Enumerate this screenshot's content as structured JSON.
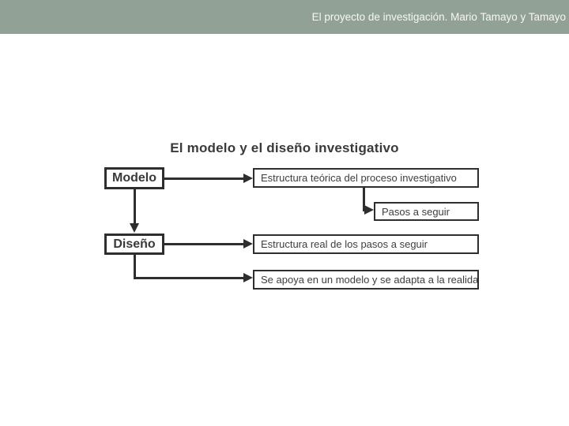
{
  "header": {
    "citation": "El proyecto de investigación. Mario Tamayo y Tamayo",
    "band_color": "#92a196",
    "text_color": "#f7f7f3"
  },
  "slide": {
    "title": "El modelo y el diseño investigativo",
    "background_color": "#ffffff",
    "title_color": "#3a3a3a"
  },
  "diagram": {
    "stroke_color": "#2e2e31",
    "nodes": {
      "modelo": "Modelo",
      "estructura_teorica": "Estructura teórica del proceso investigativo",
      "pasos": "Pasos a seguir",
      "diseno": "Diseño",
      "estructura_real": "Estructura real de los pasos a seguir",
      "se_apoya": "Se apoya en un modelo y se adapta a la realidad"
    }
  }
}
